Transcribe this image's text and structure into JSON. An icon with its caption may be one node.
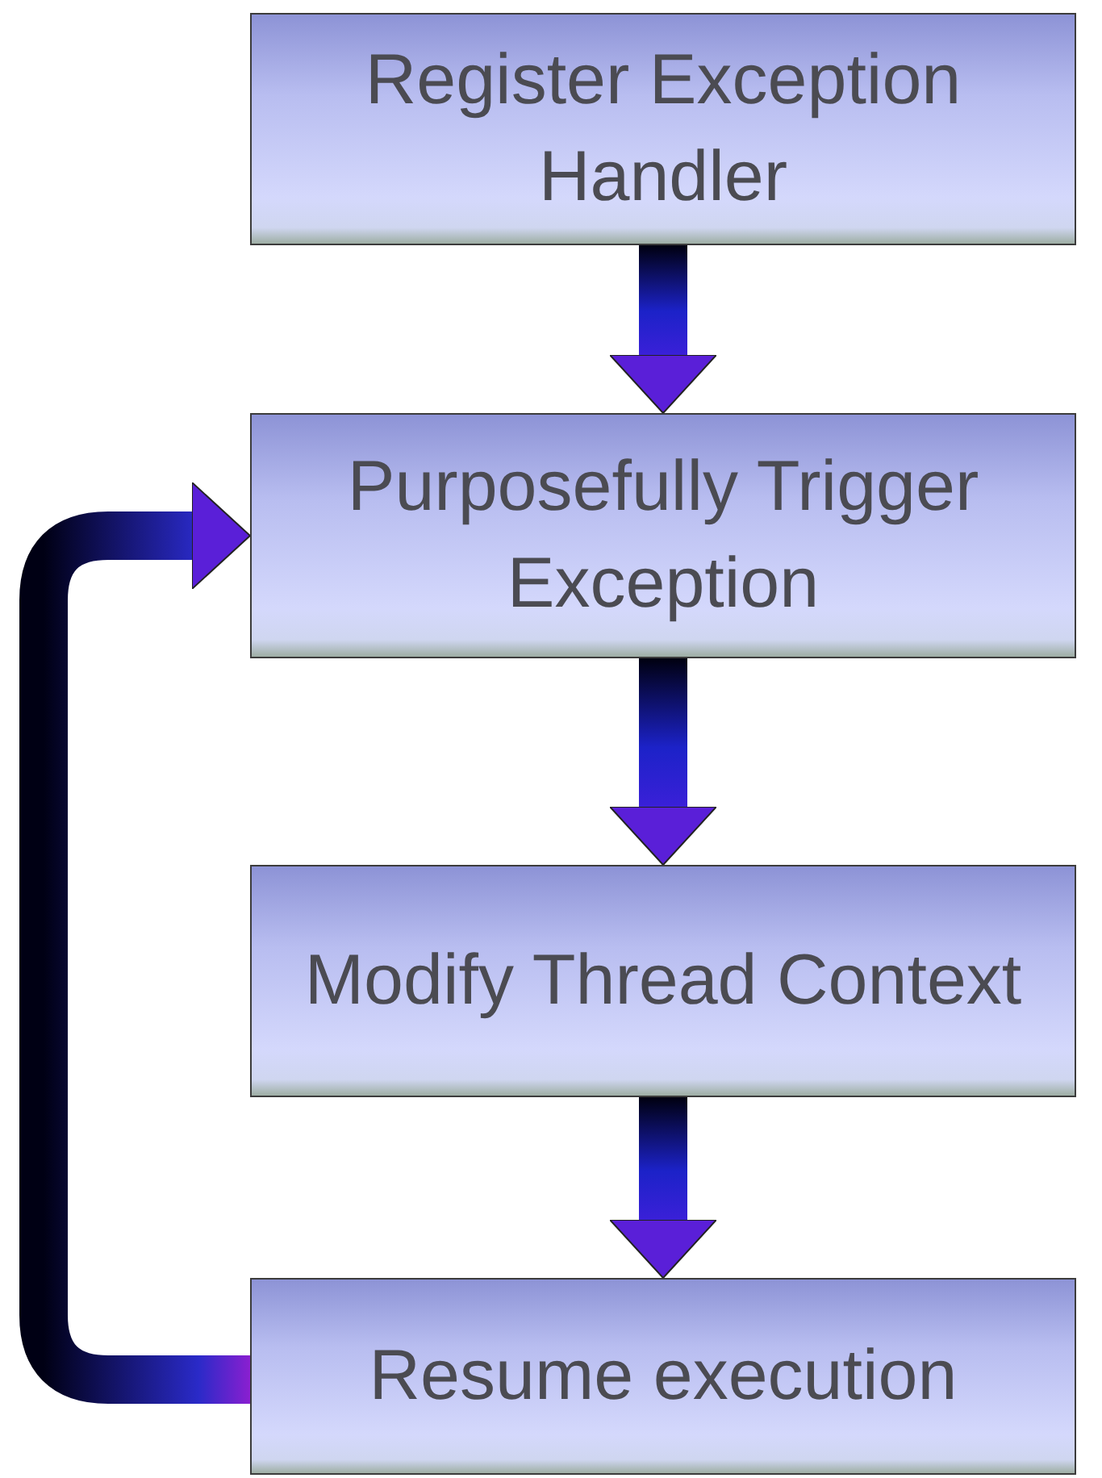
{
  "diagram": {
    "nodes": [
      {
        "text": [
          "Register Exception Handler"
        ]
      },
      {
        "text": [
          "Purposefully Trigger Exception"
        ]
      },
      {
        "text": [
          "Modify Thread Context"
        ]
      },
      {
        "text": [
          "Resume execution"
        ]
      }
    ],
    "edges": [
      {
        "from": 0,
        "to": 1,
        "arrow": "to"
      },
      {
        "from": 1,
        "to": 2,
        "arrow": "to"
      },
      {
        "from": 2,
        "to": 3,
        "arrow": "to"
      },
      {
        "from": 3,
        "to": 1,
        "arrow": "to"
      }
    ]
  }
}
